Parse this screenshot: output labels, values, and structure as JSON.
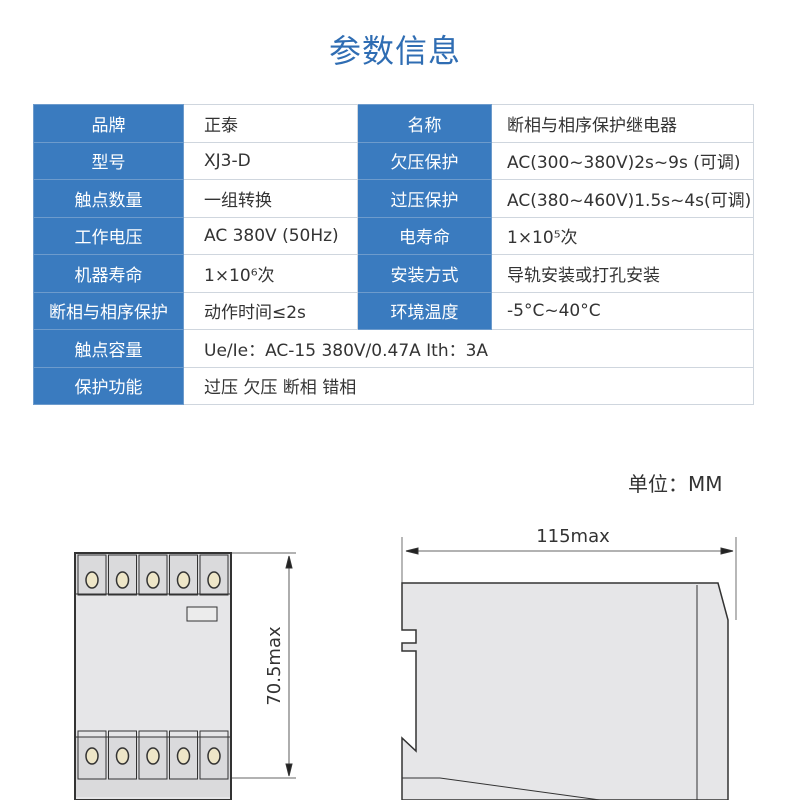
{
  "title": "参数信息",
  "rows": [
    {
      "l1": "品牌",
      "v1": "正泰",
      "l2": "名称",
      "v2": "断相与相序保护继电器"
    },
    {
      "l1": "型号",
      "v1": "XJ3-D",
      "l2": "欠压保护",
      "v2": "AC(300~380V)2s~9s (可调)"
    },
    {
      "l1": "触点数量",
      "v1": "一组转换",
      "l2": "过压保护",
      "v2": "AC(380~460V)1.5s~4s(可调)"
    },
    {
      "l1": "工作电压",
      "v1": "AC 380V  (50Hz)",
      "l2": "电寿命",
      "v2": "1×10⁵次"
    },
    {
      "l1": "机器寿命",
      "v1": "1×10⁶次",
      "l2": "安装方式",
      "v2": "导轨安装或打孔安装"
    },
    {
      "l1": "断相与相序保护",
      "v1": "动作时间≤2s",
      "l2": "环境温度",
      "v2": "-5°C~40°C"
    }
  ],
  "wide_rows": [
    {
      "l": "触点容量",
      "v": "Ue/Ie：AC-15 380V/0.47A Ith：3A"
    },
    {
      "l": "保护功能",
      "v": "过压 欠压 断相 错相"
    }
  ],
  "unit": "单位：MM",
  "dim_height": "70.5max",
  "dim_width": "115max"
}
